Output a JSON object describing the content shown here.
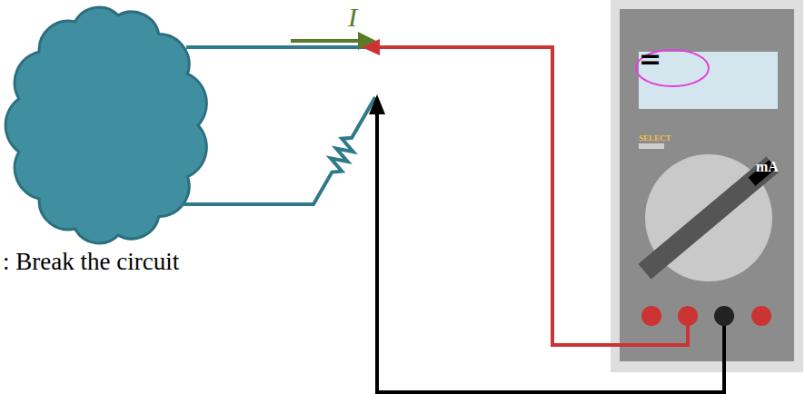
{
  "diagram": {
    "nodes": [
      {
        "text": [
          "=",
          "SELECT",
          "mA"
        ]
      }
    ],
    "labels": [
      "I",
      ": Break the circuit"
    ]
  }
}
